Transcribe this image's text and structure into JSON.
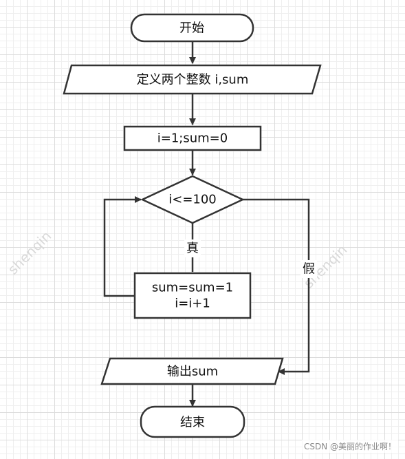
{
  "flowchart": {
    "start_label": "开始",
    "declare_label": "定义两个整数 i,sum",
    "init_label": "i=1;sum=0",
    "condition_label": "i<=100",
    "true_label": "真",
    "false_label": "假",
    "body_line1": "sum=sum=1",
    "body_line2": "i=i+1",
    "output_label": "输出sum",
    "end_label": "结束"
  },
  "watermark": "shenqin",
  "credit": "CSDN @美丽的作业啊！",
  "colors": {
    "stroke": "#333333",
    "fill": "#ffffff",
    "grid": "#dcdcdc"
  }
}
